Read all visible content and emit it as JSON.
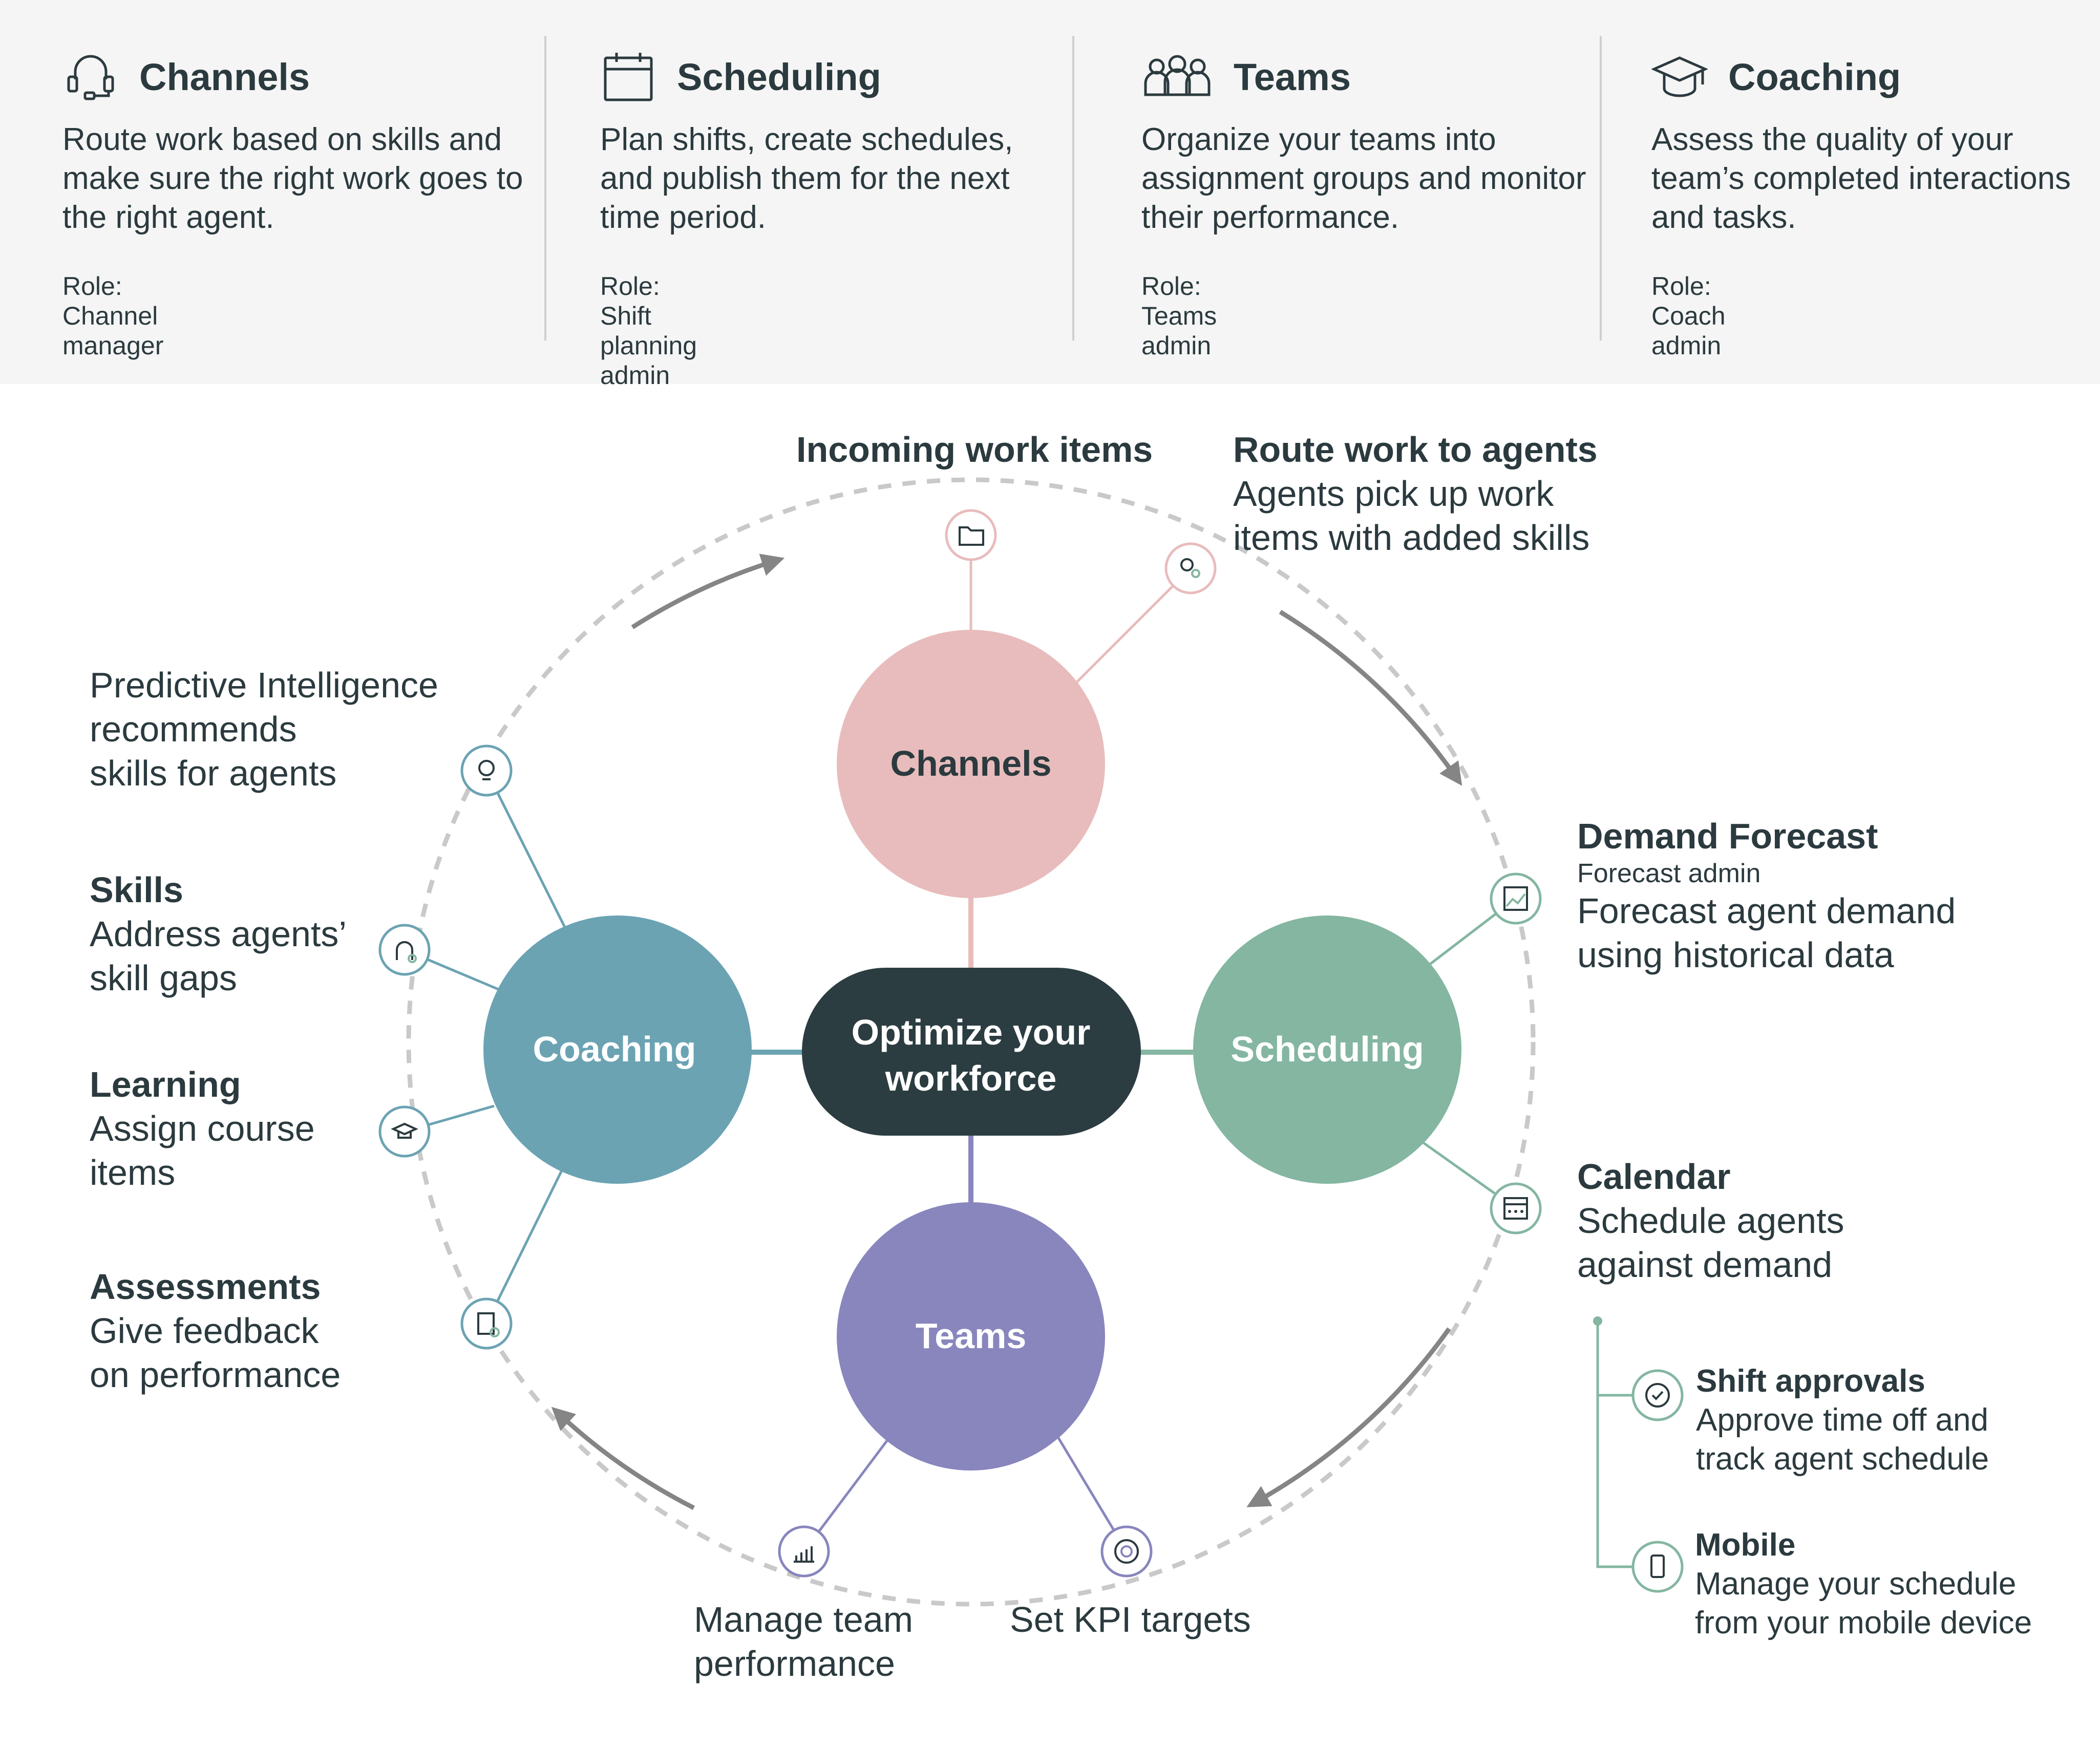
{
  "top_cards": [
    {
      "title": "Channels",
      "icon": "headset-icon",
      "desc": "Route work based on skills and make sure the right work goes to the right agent.",
      "role": "Role: Channel manager"
    },
    {
      "title": "Scheduling",
      "icon": "calendar-icon",
      "desc": "Plan shifts, create schedules, and publish them for the next time period.",
      "role": "Role: Shift planning admin"
    },
    {
      "title": "Teams",
      "icon": "people-icon",
      "desc": "Organize your teams into assignment groups and monitor their performance.",
      "role": "Role: Teams admin"
    },
    {
      "title": "Coaching",
      "icon": "graduation-cap-icon",
      "desc": "Assess the quality of your team’s completed interactions and tasks.",
      "role": "Role: Coach admin"
    }
  ],
  "hub": {
    "line1": "Optimize your",
    "line2": "workforce"
  },
  "circles": {
    "channels": "Channels",
    "scheduling": "Scheduling",
    "teams": "Teams",
    "coaching": "Coaching"
  },
  "labels": {
    "incoming": "Incoming work items",
    "route_title": "Route work to agents",
    "route_desc1": "Agents pick up work",
    "route_desc2": "items with added skills",
    "predictive1": "Predictive Intelligence",
    "predictive2": "recommends",
    "predictive3": "skills for agents",
    "skills_title": "Skills",
    "skills_desc1": "Address agents’",
    "skills_desc2": "skill gaps",
    "learning_title": "Learning",
    "learning_desc1": "Assign course",
    "learning_desc2": "items",
    "assess_title": "Assessments",
    "assess_desc1": "Give feedback",
    "assess_desc2": "on performance",
    "demand_title": "Demand Forecast",
    "demand_sub": "Forecast admin",
    "demand_desc1": "Forecast agent demand",
    "demand_desc2": "using historical data",
    "calendar_title": "Calendar",
    "calendar_desc1": "Schedule agents",
    "calendar_desc2": "against demand",
    "shift_title": "Shift approvals",
    "shift_desc1": "Approve time off and",
    "shift_desc2": "track agent schedule",
    "mobile_title": "Mobile",
    "mobile_desc1": "Manage your schedule",
    "mobile_desc2": "from your mobile device",
    "manage1": "Manage team",
    "manage2": "performance",
    "kpi": "Set KPI targets"
  },
  "colors": {
    "channels": "#e8bcbc",
    "scheduling": "#84b6a1",
    "teams": "#8886bd",
    "coaching": "#6ba3b3",
    "hub": "#2b3d41",
    "text": "#2b3a3e"
  }
}
